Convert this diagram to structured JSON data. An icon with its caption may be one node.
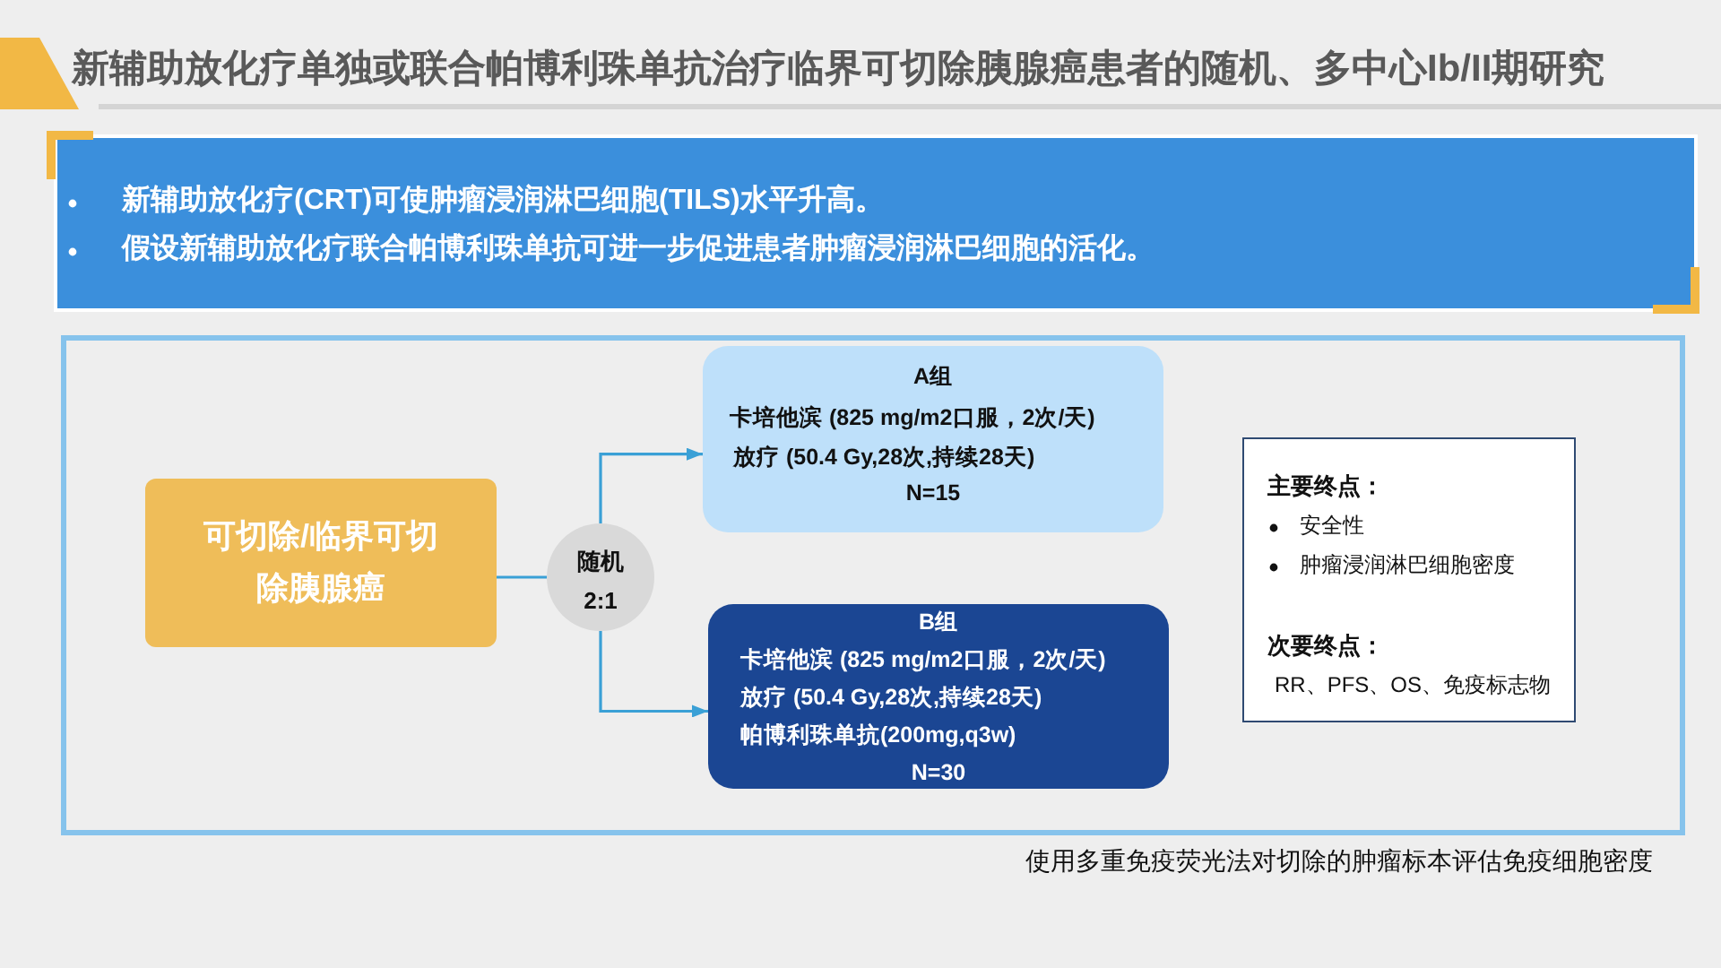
{
  "diagram": {
    "title": "新辅助放化疗单独或联合帕博利珠单抗治疗临界可切除胰腺癌患者的随机、多中心Ib/II期研究",
    "nodes": [
      {
        "text": [
          "新辅助放化疗(CRT)可使肿瘤浸润淋巴细胞(TILS)水平升高。",
          "假设新辅助放化疗联合帕博利珠单抗可进一步促进患者肿瘤浸润淋巴细胞的活化。"
        ]
      },
      {
        "text": [],
        "shape": "box"
      },
      {
        "text": [
          "可切除/临界可切除胰腺癌"
        ],
        "in": 1
      },
      {
        "text": [
          "随机",
          "2:1"
        ],
        "in": 1
      },
      {
        "text": [
          "A组",
          "卡培他滨 (825 mg/m2口服，2次/天)",
          "放疗 (50.4 Gy,28次,持续28天)",
          "N=15"
        ],
        "in": 1
      },
      {
        "text": [
          "B组",
          "卡培他滨 (825 mg/m2口服，2次/天)",
          "放疗 (50.4 Gy,28次,持续28天)",
          "帕博利珠单抗(200mg,q3w)",
          "N=30"
        ],
        "in": 1
      },
      {
        "text": [
          "主要终点：",
          "安全性",
          "肿瘤浸润淋巴细胞密度",
          "次要终点：",
          "RR、PFS、OS、免疫标志物"
        ],
        "in": 1
      }
    ],
    "edges": [
      {
        "from": 2,
        "to": 3,
        "arrow": "none"
      },
      {
        "from": 3,
        "to": 4,
        "arrow": "to"
      },
      {
        "from": 3,
        "to": 5,
        "arrow": "to"
      }
    ],
    "labels": [
      "使用多重免疫荧光法对切除的肿瘤标本评估免疫细胞密度"
    ]
  }
}
